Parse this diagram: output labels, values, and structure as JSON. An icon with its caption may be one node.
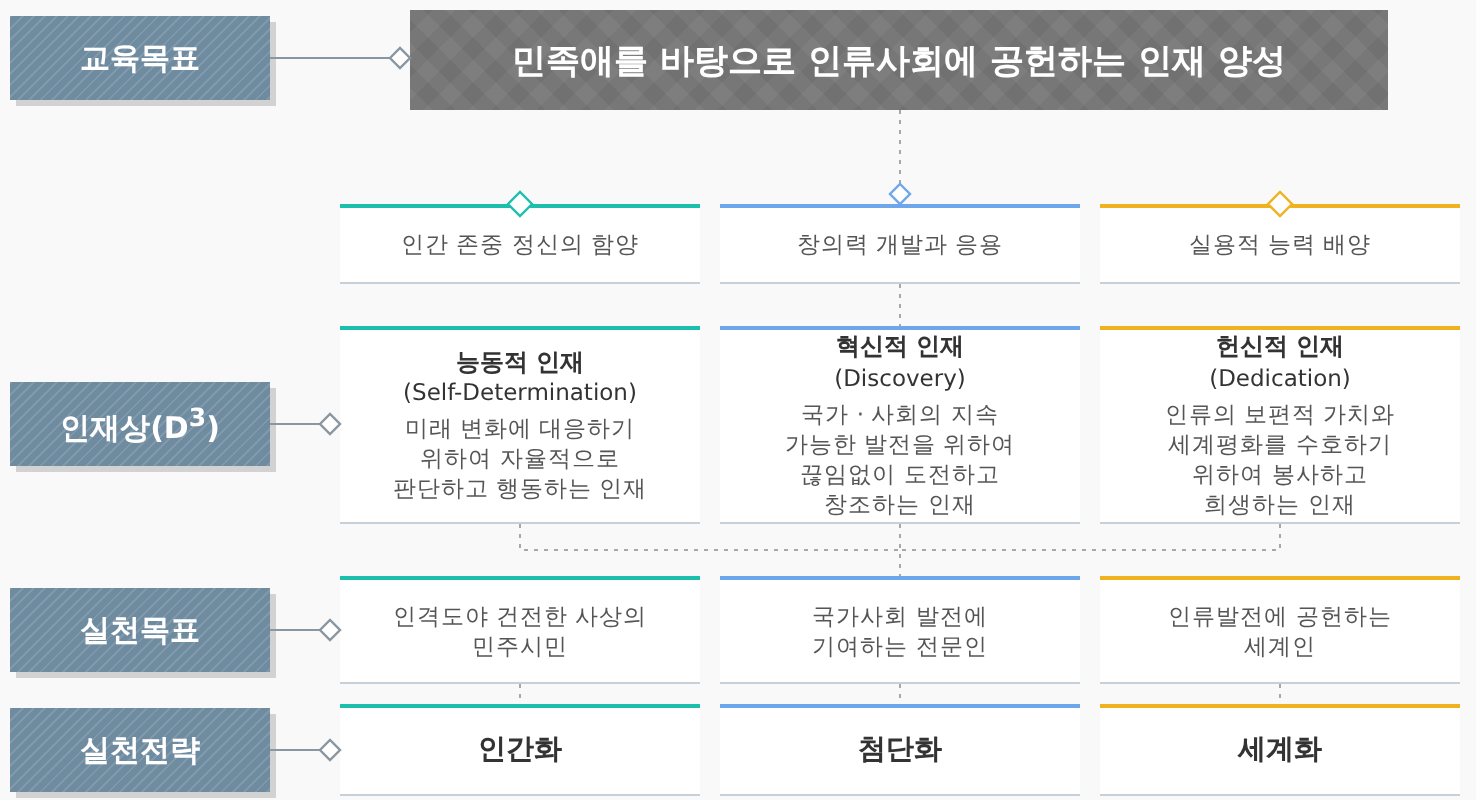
{
  "diagram": {
    "nodes": [
      {
        "text": [
          "교육목표"
        ]
      },
      {
        "text": [
          "민족애를 바탕으로 인류사회에 공헌하는 인재 양성"
        ]
      },
      {
        "text": [
          "인간 존중 정신의 함양"
        ]
      },
      {
        "text": [
          "창의력 개발과 응용"
        ]
      },
      {
        "text": [
          "실용적 능력 배양"
        ]
      },
      {
        "text": [
          "인재상(D$^{3}$)"
        ]
      },
      {
        "text": [
          "능동적 인재",
          "(Self-Determination)",
          "미래 변화에 대응하기 위하여 자율적으로 판단하고 행동하는 인재"
        ]
      },
      {
        "text": [
          "혁신적 인재",
          "(Discovery)",
          "국가 · 사회의 지속 가능한 발전을 위하여 끊임없이 도전하고 창조하는 인재"
        ]
      },
      {
        "text": [
          "헌신적 인재",
          "(Dedication)",
          "인류의 보편적 가치와 세계평화를 수호하기 위하여 봉사하고 희생하는 인재"
        ]
      },
      {
        "text": [
          "실천목표"
        ]
      },
      {
        "text": [
          "인격도야 건전한 사상의 민주시민"
        ]
      },
      {
        "text": [
          "국가사회 발전에 기여하는 전문인"
        ]
      },
      {
        "text": [
          "인류발전에 공헌하는 세계인"
        ]
      },
      {
        "text": [
          "실천전략"
        ]
      },
      {
        "text": [
          "인간화"
        ]
      },
      {
        "text": [
          "첨단화"
        ]
      },
      {
        "text": [
          "세계화"
        ]
      }
    ],
    "edges": [
      {
        "from": 0,
        "to": 1,
        "arrow": "other"
      },
      {
        "from": 1,
        "to": 3,
        "arrow": "other",
        "style": "dashed"
      },
      {
        "from": 3,
        "to": 7,
        "arrow": "none",
        "style": "dashed"
      },
      {
        "from": 6,
        "to": 11,
        "arrow": "none",
        "style": "dashed"
      },
      {
        "from": 7,
        "to": 11,
        "arrow": "none",
        "style": "dashed"
      },
      {
        "from": 8,
        "to": 11,
        "arrow": "none",
        "style": "dashed"
      },
      {
        "from": 10,
        "to": 14,
        "arrow": "none",
        "style": "dashed"
      },
      {
        "from": 11,
        "to": 15,
        "arrow": "none",
        "style": "dashed"
      },
      {
        "from": 12,
        "to": 16,
        "arrow": "none",
        "style": "dashed"
      },
      {
        "from": 5,
        "to": 6,
        "arrow": "other"
      },
      {
        "from": 9,
        "to": 10,
        "arrow": "other"
      },
      {
        "from": 13,
        "to": 14,
        "arrow": "other"
      }
    ]
  }
}
